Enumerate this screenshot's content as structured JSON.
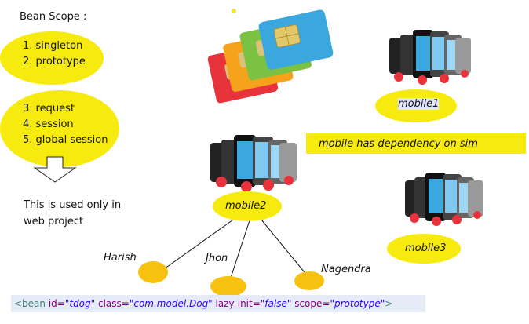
{
  "left": {
    "title": "Bean Scope :",
    "list1": [
      "1. singleton",
      "2. prototype"
    ],
    "list2": [
      "3. request",
      "4. session",
      "5. global session"
    ],
    "web_note_line1": "This is used only in",
    "web_note_line2": "web project"
  },
  "mobiles": {
    "mobile1": "mobile1",
    "mobile2": "mobile2",
    "mobile3": "mobile3"
  },
  "dependency_note": "mobile has dependency on sim",
  "sims": {
    "labels": [
      "Harish",
      "Jhon",
      "Nagendra"
    ]
  },
  "bean_xml": {
    "open": "<bean ",
    "id_attr": "id=",
    "id_val": "\"tdog\"",
    "class_attr": " class=",
    "class_val": "\"com.model.Dog\"",
    "lazy_attr": " lazy-init=",
    "lazy_val": "\"false\"",
    "scope_attr": " scope=",
    "scope_val": "\"prototype\"",
    "close": ">"
  },
  "colors": {
    "yellow": "#f7ea0f",
    "sim_red": "#e8323c",
    "sim_orange": "#f6a21a",
    "sim_green": "#7cc242",
    "sim_blue": "#3aa7de",
    "xml_attr": "#7f007f",
    "xml_value": "#2a00ff",
    "xml_tag": "#3f7f7f"
  }
}
